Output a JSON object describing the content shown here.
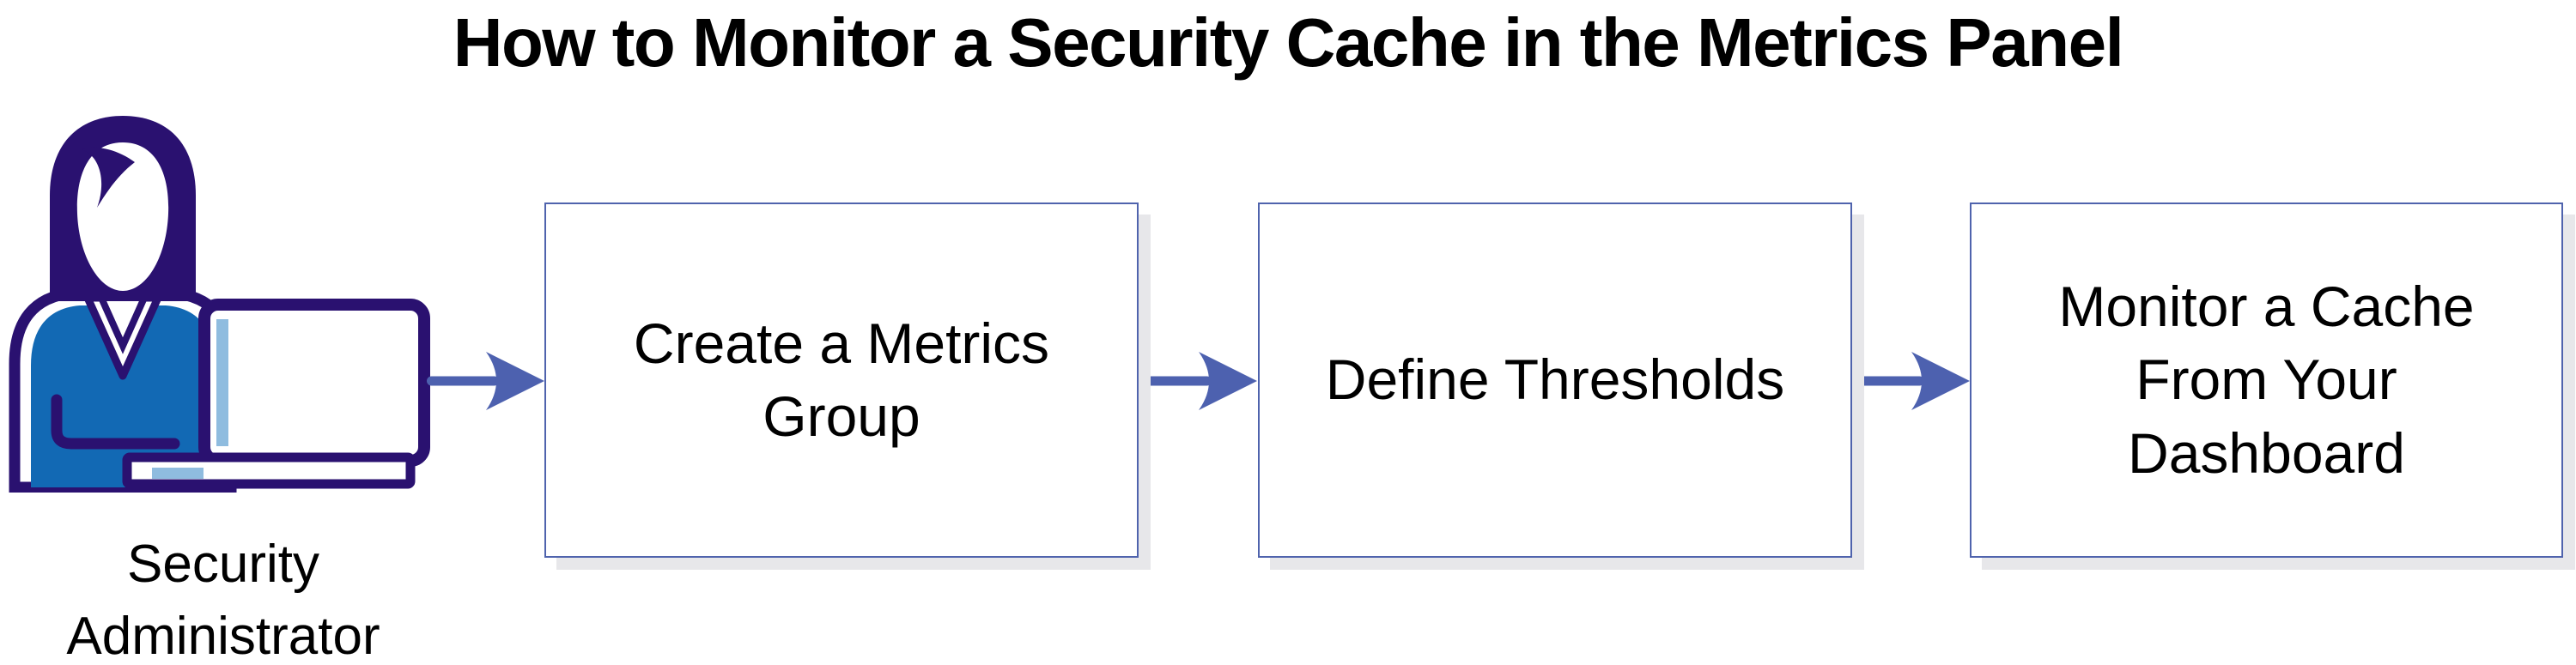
{
  "title": "How to Monitor a Security Cache in the Metrics Panel",
  "actor": {
    "label": "Security Administrator",
    "icon": "woman-at-laptop-icon"
  },
  "steps": [
    {
      "label": "Create a Metrics Group"
    },
    {
      "label": "Define Thresholds"
    },
    {
      "label": "Monitor a Cache From Your Dashboard"
    }
  ],
  "connectors": [
    {
      "from": "security-administrator",
      "to": "Create a Metrics Group"
    },
    {
      "from": "Create a Metrics Group",
      "to": "Define Thresholds"
    },
    {
      "from": "Define Thresholds",
      "to": "Monitor a Cache From Your Dashboard"
    }
  ],
  "colors": {
    "ink": "#2a1170",
    "shirt": "#1269b4",
    "accentLight": "#8fbcdf",
    "arrow": "#4d61af",
    "border": "#4f63ad",
    "shadow": "#e7e7ea",
    "text": "#000000",
    "background": "#ffffff"
  }
}
